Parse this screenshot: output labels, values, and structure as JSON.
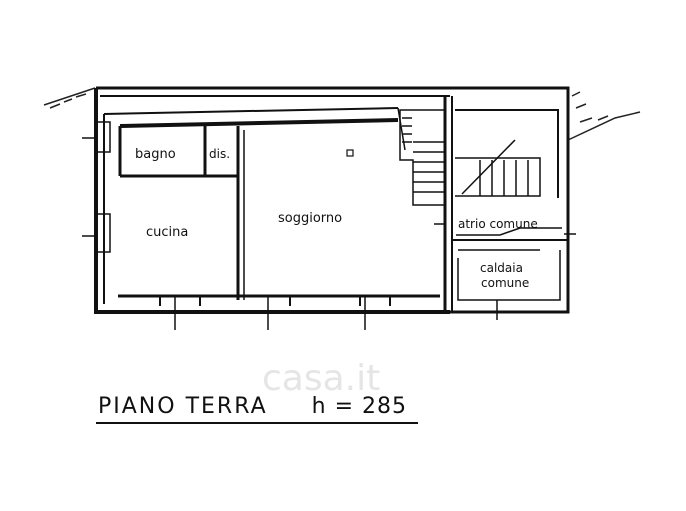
{
  "rooms": {
    "bagno": "bagno",
    "dis": "dis.",
    "cucina": "cucina",
    "soggiorno": "soggiorno",
    "atrio": "atrio comune",
    "caldaia_line1": "caldaia",
    "caldaia_line2": "comune"
  },
  "title": {
    "floor": "PIANO TERRA",
    "height": "h = 285"
  },
  "watermark": "casa.it",
  "colors": {
    "ink": "#111111",
    "background": "#ffffff"
  }
}
